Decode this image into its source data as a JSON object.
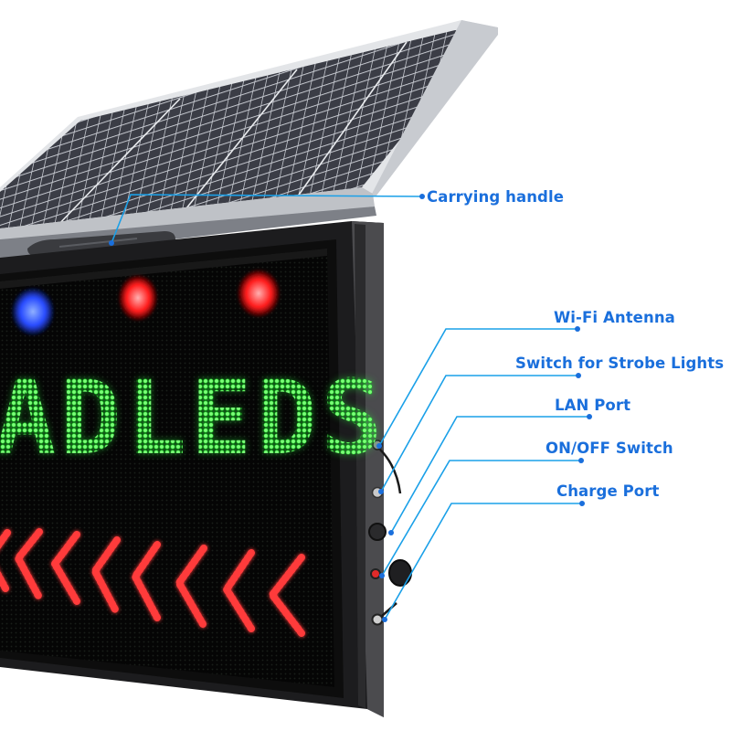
{
  "image": {
    "subject": "solar-powered LED message sign with side port panel",
    "sign_text": "ADLEDS",
    "strobe_lights": [
      {
        "color": "blue",
        "hex": "#2a4dff"
      },
      {
        "color": "red",
        "hex": "#ff2020"
      },
      {
        "color": "red",
        "hex": "#ff2020"
      }
    ],
    "arrow_row": {
      "direction": "left",
      "count": 8,
      "color": "#ff2a2a"
    },
    "colors": {
      "callout": "#1a6fdc",
      "callout_line": "#1aa0e8",
      "led_green": "#2ee53a",
      "led_red": "#ff2a2a",
      "led_blue": "#2a4dff",
      "frame": "#1a1a1a",
      "side_panel": "#4a4a4c",
      "solar_cell": "#3c3e47",
      "solar_frame": "#d6d8dc"
    }
  },
  "callouts": [
    {
      "id": "carrying-handle",
      "label": "Carrying handle"
    },
    {
      "id": "wifi-antenna",
      "label": "Wi-Fi Antenna"
    },
    {
      "id": "strobe-switch",
      "label": "Switch for Strobe Lights"
    },
    {
      "id": "lan-port",
      "label": "LAN Port"
    },
    {
      "id": "on-off-switch",
      "label": "ON/OFF Switch"
    },
    {
      "id": "charge-port",
      "label": "Charge Port"
    }
  ]
}
